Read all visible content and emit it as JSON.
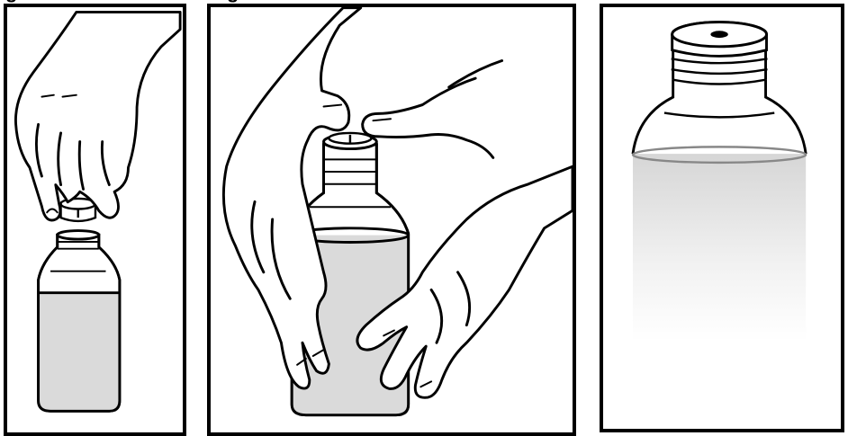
{
  "header": {
    "left_text": "g",
    "right_text": "gure"
  },
  "panels": [
    {
      "name": "panel-insert-adapter"
    },
    {
      "name": "panel-press-adapter"
    },
    {
      "name": "panel-adapter-inserted"
    }
  ],
  "colors": {
    "line": "#000000",
    "liquid": "#dadada",
    "background": "#ffffff"
  }
}
